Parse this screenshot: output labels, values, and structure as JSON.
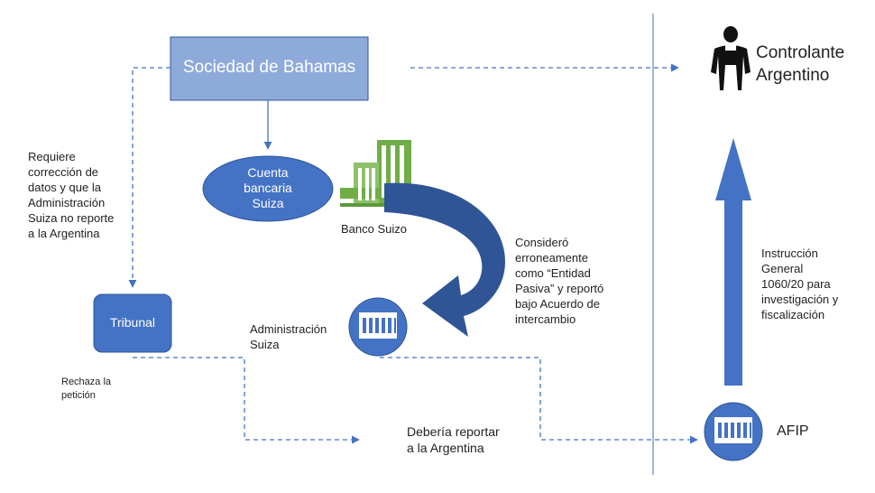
{
  "nodes": {
    "sociedad": "Sociedad de Bahamas",
    "cuenta": [
      "Cuenta",
      "bancaria",
      "Suiza"
    ],
    "tribunal": "Tribunal",
    "banco_suizo": "Banco Suizo",
    "administracion": [
      "Administración",
      "Suiza"
    ],
    "afip": "AFIP",
    "controlante": [
      "Controlante",
      "Argentino"
    ]
  },
  "annotations": {
    "requiere": [
      "Requiere",
      "corrección de",
      "datos y que la",
      "Administración",
      "Suiza no reporte",
      "a la Argentina"
    ],
    "rechaza": [
      "Rechaza la",
      "petición"
    ],
    "considero": [
      "Consideró",
      "erroneamente",
      "como “Entidad",
      "Pasiva” y reportó",
      "bajo Acuerdo de",
      "intercambio"
    ],
    "deberia": [
      "Debería reportar",
      "a la Argentina"
    ],
    "instruccion": [
      "Instrucción",
      "General",
      "1060/20 para",
      "investigación y",
      "fiscalización"
    ]
  },
  "colors": {
    "box_fill": "#8eaadb",
    "box_border": "#2f5597",
    "node_blue": "#4472c4",
    "dark_blue": "#2f5597",
    "arrow_blue": "#4472c4",
    "dash_blue": "#4472c4",
    "building_green": "#70ad47",
    "divider": "#7f9fd4",
    "person": "#111111"
  }
}
